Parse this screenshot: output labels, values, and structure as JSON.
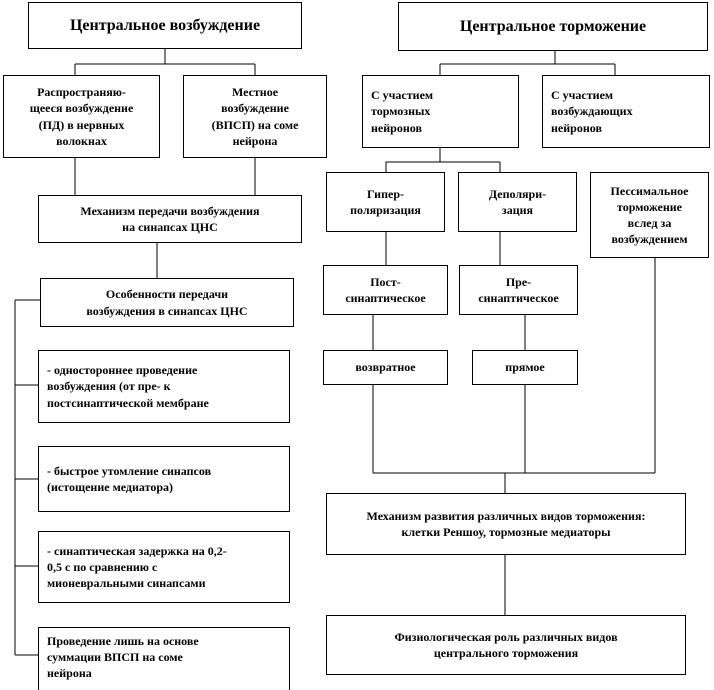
{
  "nodes": {
    "central_excitation": "Центральное возбуждение",
    "central_inhibition": "Центральное торможение",
    "spreading_excitation": "Распространяю-\nщееся возбуждение\n(ПД) в нервных\nволокнах",
    "local_excitation": "Местное\nвозбуждение\n(ВПСП) на соме\nнейрона",
    "with_inhibitory": "С участием\nтормозных\nнейронов",
    "with_excitatory": "С участием\nвозбуждающих\nнейронов",
    "transmission_mechanism": "Механизм передачи возбуждения\nна синапсах ЦНС",
    "hyperpolarization": "Гипер-\nполяризация",
    "depolarization": "Деполяри-\nзация",
    "pessimal": "Пессимальное\nторможение\nвслед за\nвозбуждением",
    "features": "Особенности передачи\nвозбуждения в синапсах ЦНС",
    "postsynaptic": "Пост-\nсинаптическое",
    "presynaptic": "Пре-\nсинаптическое",
    "one_way": "- одностороннее проведение\nвозбуждения (от пре- к\nпостсинаптической мембране",
    "recurrent": "возвратное",
    "direct": "прямое",
    "fatigue": "- быстрое утомление синапсов\n(истощение медиатора)",
    "mechanism_inhibition": "Механизм развития различных видов торможения:\nклетки Реншоу, тормозные медиаторы",
    "delay": "- синаптическая задержка на 0,2-\n0,5 с по сравнению с\nмионевральными синапсами",
    "physiological_role": "Физиологическая роль различных видов\nцентрального торможения",
    "summation": "Проведение лишь на основе\nсуммации ВПСП на соме\nнейрона"
  }
}
